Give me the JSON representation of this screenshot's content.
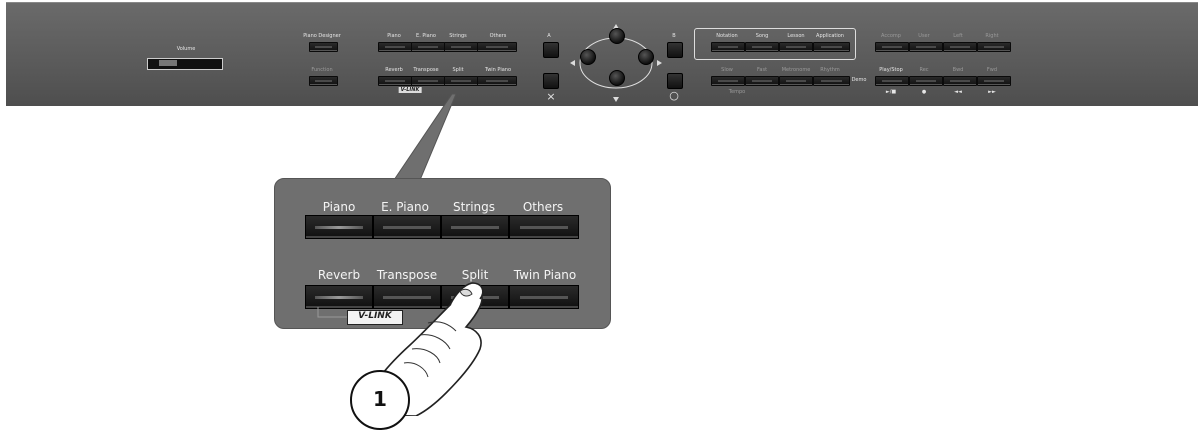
{
  "panel": {
    "volume_label": "Volume",
    "volume_level": 0.18,
    "piano_designer": "Piano Designer",
    "function": "Function",
    "tone_row1": [
      "Piano",
      "E. Piano",
      "Strings",
      "Others"
    ],
    "tone_row2": [
      "Reverb",
      "Transpose",
      "Split",
      "Twin Piano"
    ],
    "vlink_small": "V-LINK",
    "a_label": "A",
    "b_label": "B",
    "x_symbol": "×",
    "o_symbol": "○",
    "display_buttons": [
      "Notation",
      "Song",
      "Lesson",
      "Application"
    ],
    "speed_buttons": [
      "Slow",
      "Fast",
      "Metronome",
      "Rhythm"
    ],
    "tempo_label": "Tempo",
    "demo_label": "Demo",
    "track_buttons": [
      "Accomp",
      "User",
      "Left",
      "Right"
    ],
    "transport_buttons": [
      "Play/Stop",
      "Rec",
      "Bwd",
      "Fwd"
    ],
    "transport_symbols": [
      "►/■",
      "●",
      "◄◄",
      "►►"
    ]
  },
  "callout": {
    "row1": [
      "Piano",
      "E. Piano",
      "Strings",
      "Others"
    ],
    "row2": [
      "Reverb",
      "Transpose",
      "Split",
      "Twin Piano"
    ],
    "vlink": "V-LINK"
  },
  "step_number": "1"
}
